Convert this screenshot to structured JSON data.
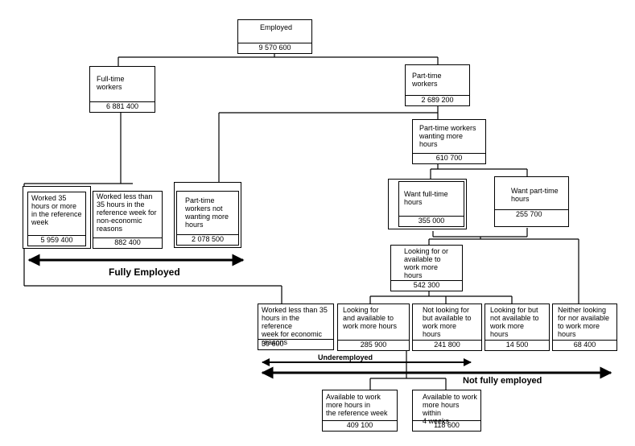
{
  "nodes": {
    "employed": {
      "label": "Employed",
      "value": "9 570 600"
    },
    "full_time": {
      "label": "Full-time\nworkers",
      "value": "6 881 400"
    },
    "part_time": {
      "label": "Part-time\nworkers",
      "value": "2 689 200"
    },
    "pt_wanting_more": {
      "label": "Part-time workers\nwanting more hours",
      "value": "610 700"
    },
    "worked_35_more": {
      "label": "Worked 35\nhours or more\nin the reference\nweek",
      "value": "5 959 400"
    },
    "worked_less_non_econ": {
      "label": "Worked less than\n35 hours in the\nreference week for\nnon-economic\nreasons",
      "value": "882 400"
    },
    "pt_not_wanting": {
      "label": "Part-time\nworkers not\nwanting more\nhours",
      "value": "2 078 500"
    },
    "want_full_time": {
      "label": "Want full-time\nhours",
      "value": "355 000"
    },
    "want_part_time": {
      "label": "Want part-time\nhours",
      "value": "255 700"
    },
    "looking_or_available": {
      "label": "Looking for or\navailable to\nwork more\nhours",
      "value": "542 300"
    },
    "worked_less_econ": {
      "label": "Worked less than 35\nhours in the reference\nweek for economic\nreasons",
      "value": "39 600"
    },
    "looking_and_available": {
      "label": "Looking for\nand available to\nwork more hours",
      "value": "285 900"
    },
    "not_looking_available": {
      "label": "Not looking for\nbut available to\nwork more\nhours",
      "value": "241 800"
    },
    "looking_not_available": {
      "label": "Looking for but\nnot available to\nwork more\nhours",
      "value": "14 500"
    },
    "neither": {
      "label": "Neither looking\nfor nor available\nto work more\nhours",
      "value": "68 400"
    },
    "available_ref_week": {
      "label": "Available to work\nmore hours in\nthe reference week",
      "value": "409 100"
    },
    "available_4_weeks": {
      "label": "Available to work\nmore hours within\n4 weeks",
      "value": "118 600"
    }
  },
  "bands": {
    "fully_employed": "Fully Employed",
    "underemployed": "Underemployed",
    "not_fully_employed": "Not fully employed"
  }
}
